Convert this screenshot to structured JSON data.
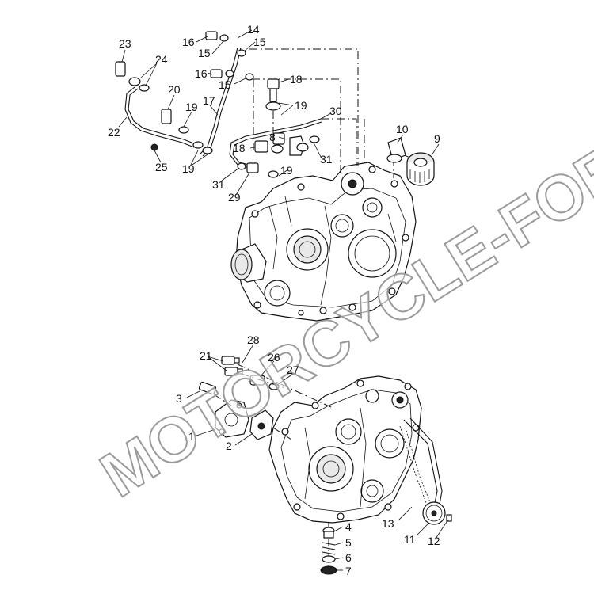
{
  "watermark": "MOTORCYCLE-FORUR",
  "callouts": [
    {
      "id": "c23",
      "label": "23"
    },
    {
      "id": "c24",
      "label": "24"
    },
    {
      "id": "c22",
      "label": "22"
    },
    {
      "id": "c25",
      "label": "25"
    },
    {
      "id": "c20",
      "label": "20"
    },
    {
      "id": "c19a",
      "label": "19"
    },
    {
      "id": "c19b",
      "label": "19"
    },
    {
      "id": "c17",
      "label": "17"
    },
    {
      "id": "c16a",
      "label": "16"
    },
    {
      "id": "c15a",
      "label": "15"
    },
    {
      "id": "c14",
      "label": "14"
    },
    {
      "id": "c15b",
      "label": "15"
    },
    {
      "id": "c16b",
      "label": "16"
    },
    {
      "id": "c15c",
      "label": "15"
    },
    {
      "id": "c18a",
      "label": "18"
    },
    {
      "id": "c19c",
      "label": "19"
    },
    {
      "id": "c30",
      "label": "30"
    },
    {
      "id": "c8",
      "label": "8"
    },
    {
      "id": "c18b",
      "label": "18"
    },
    {
      "id": "c19d",
      "label": "19"
    },
    {
      "id": "c31a",
      "label": "31"
    },
    {
      "id": "c31b",
      "label": "31"
    },
    {
      "id": "c29",
      "label": "29"
    },
    {
      "id": "c10",
      "label": "10"
    },
    {
      "id": "c9",
      "label": "9"
    },
    {
      "id": "c28",
      "label": "28"
    },
    {
      "id": "c21",
      "label": "21"
    },
    {
      "id": "c26",
      "label": "26"
    },
    {
      "id": "c27",
      "label": "27"
    },
    {
      "id": "c3",
      "label": "3"
    },
    {
      "id": "c1",
      "label": "1"
    },
    {
      "id": "c2",
      "label": "2"
    },
    {
      "id": "c13",
      "label": "13"
    },
    {
      "id": "c11",
      "label": "11"
    },
    {
      "id": "c12",
      "label": "12"
    },
    {
      "id": "c4",
      "label": "4"
    },
    {
      "id": "c5",
      "label": "5"
    },
    {
      "id": "c6",
      "label": "6"
    },
    {
      "id": "c7",
      "label": "7"
    }
  ]
}
